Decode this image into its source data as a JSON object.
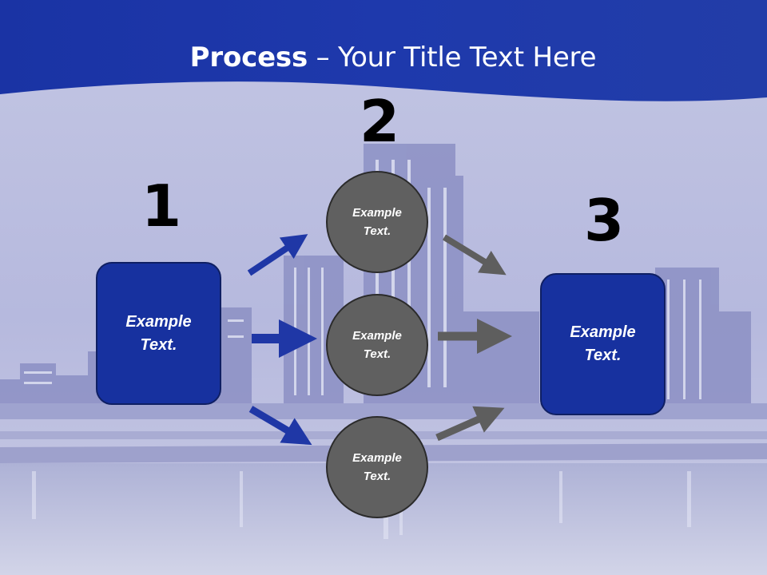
{
  "slide": {
    "title_bold": "Process",
    "title_sep": " – ",
    "title_rest": "Your Title Text Here",
    "steps": [
      "1",
      "2",
      "3"
    ],
    "left_box": {
      "line1": "Example",
      "line2": "Text."
    },
    "right_box": {
      "line1": "Example",
      "line2": "Text."
    },
    "circles": [
      {
        "line1": "Example",
        "line2": "Text."
      },
      {
        "line1": "Example",
        "line2": "Text."
      },
      {
        "line1": "Example",
        "line2": "Text."
      }
    ]
  },
  "colors": {
    "header_blue": "#1c36a8",
    "box_blue": "#17319f",
    "circle_gray": "#606060",
    "arrow_blue": "#1f37a6",
    "arrow_gray": "#5e5e5e"
  }
}
